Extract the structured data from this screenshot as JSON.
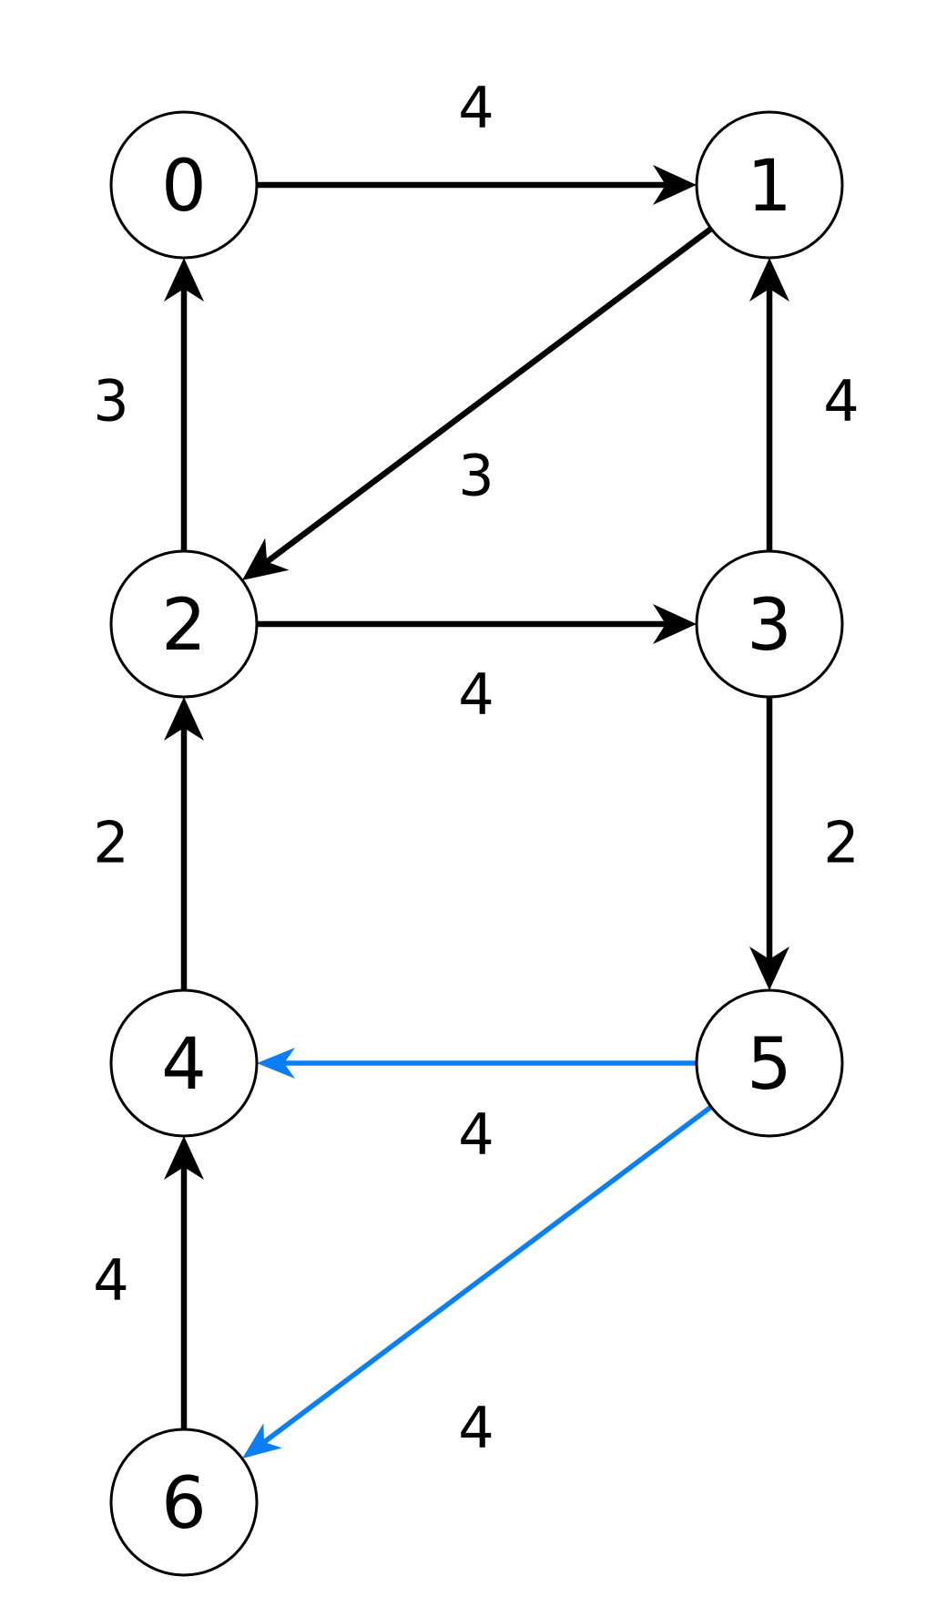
{
  "colors": {
    "default_edge": "#000000",
    "highlight_edge": "#0a7ef5",
    "node_stroke": "#000000",
    "node_fill": "#ffffff"
  },
  "nodes": [
    {
      "id": "0",
      "label": "0"
    },
    {
      "id": "1",
      "label": "1"
    },
    {
      "id": "2",
      "label": "2"
    },
    {
      "id": "3",
      "label": "3"
    },
    {
      "id": "4",
      "label": "4"
    },
    {
      "id": "5",
      "label": "5"
    },
    {
      "id": "6",
      "label": "6"
    }
  ],
  "edges": [
    {
      "from": "0",
      "to": "1",
      "weight": "4",
      "highlighted": false
    },
    {
      "from": "1",
      "to": "2",
      "weight": "3",
      "highlighted": false
    },
    {
      "from": "2",
      "to": "0",
      "weight": "3",
      "highlighted": false
    },
    {
      "from": "3",
      "to": "1",
      "weight": "4",
      "highlighted": false
    },
    {
      "from": "2",
      "to": "3",
      "weight": "4",
      "highlighted": false
    },
    {
      "from": "4",
      "to": "2",
      "weight": "2",
      "highlighted": false
    },
    {
      "from": "3",
      "to": "5",
      "weight": "2",
      "highlighted": false
    },
    {
      "from": "5",
      "to": "4",
      "weight": "4",
      "highlighted": true
    },
    {
      "from": "6",
      "to": "4",
      "weight": "4",
      "highlighted": false
    },
    {
      "from": "5",
      "to": "6",
      "weight": "4",
      "highlighted": true
    }
  ]
}
